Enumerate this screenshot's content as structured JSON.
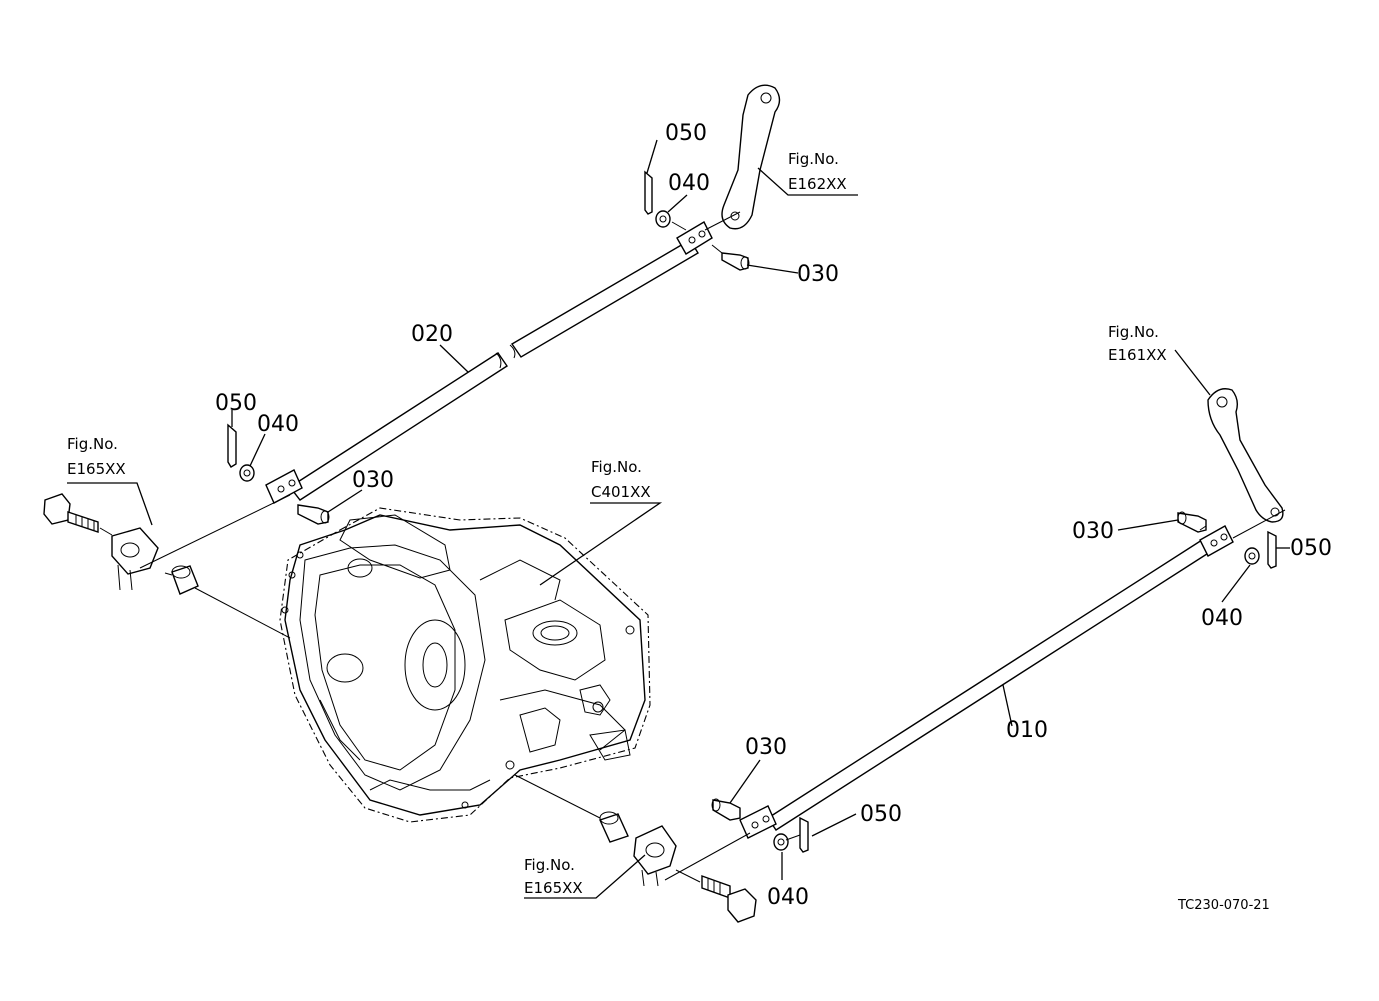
{
  "callouts": {
    "p010": "010",
    "p020": "020",
    "p030_top": "030",
    "p030_left": "030",
    "p030_right": "030",
    "p030_bottom": "030",
    "p040_top": "040",
    "p040_left": "040",
    "p040_right": "040",
    "p040_bottom": "040",
    "p050_top": "050",
    "p050_left": "050",
    "p050_right": "050",
    "p050_bottom": "050"
  },
  "figure_refs": {
    "e162": {
      "line1": "Fig.No.",
      "line2": "E162XX"
    },
    "e161": {
      "line1": "Fig.No.",
      "line2": "E161XX"
    },
    "e165_top": {
      "line1": "Fig.No.",
      "line2": "E165XX"
    },
    "e165_bottom": {
      "line1": "Fig.No.",
      "line2": "E165XX"
    },
    "c401": {
      "line1": "Fig.No.",
      "line2": "C401XX"
    }
  },
  "drawing_code": "TC230-070-21"
}
